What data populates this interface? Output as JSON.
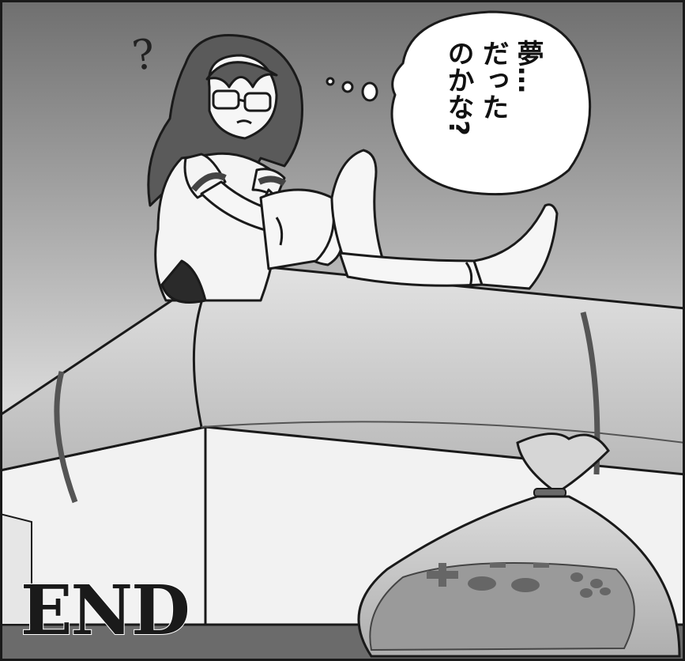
{
  "manga": {
    "thought_bubble": {
      "line1": "夢…",
      "line2": "だった",
      "line3": "のかな?"
    },
    "question_mark": "?",
    "end_caption": "END"
  },
  "colors": {
    "ink": "#1a1a1a",
    "background_top": "#7a7a7a",
    "background_bottom": "#f2f2f2",
    "sofa": "#bdbdbd",
    "floor": "#6e6e6e"
  }
}
